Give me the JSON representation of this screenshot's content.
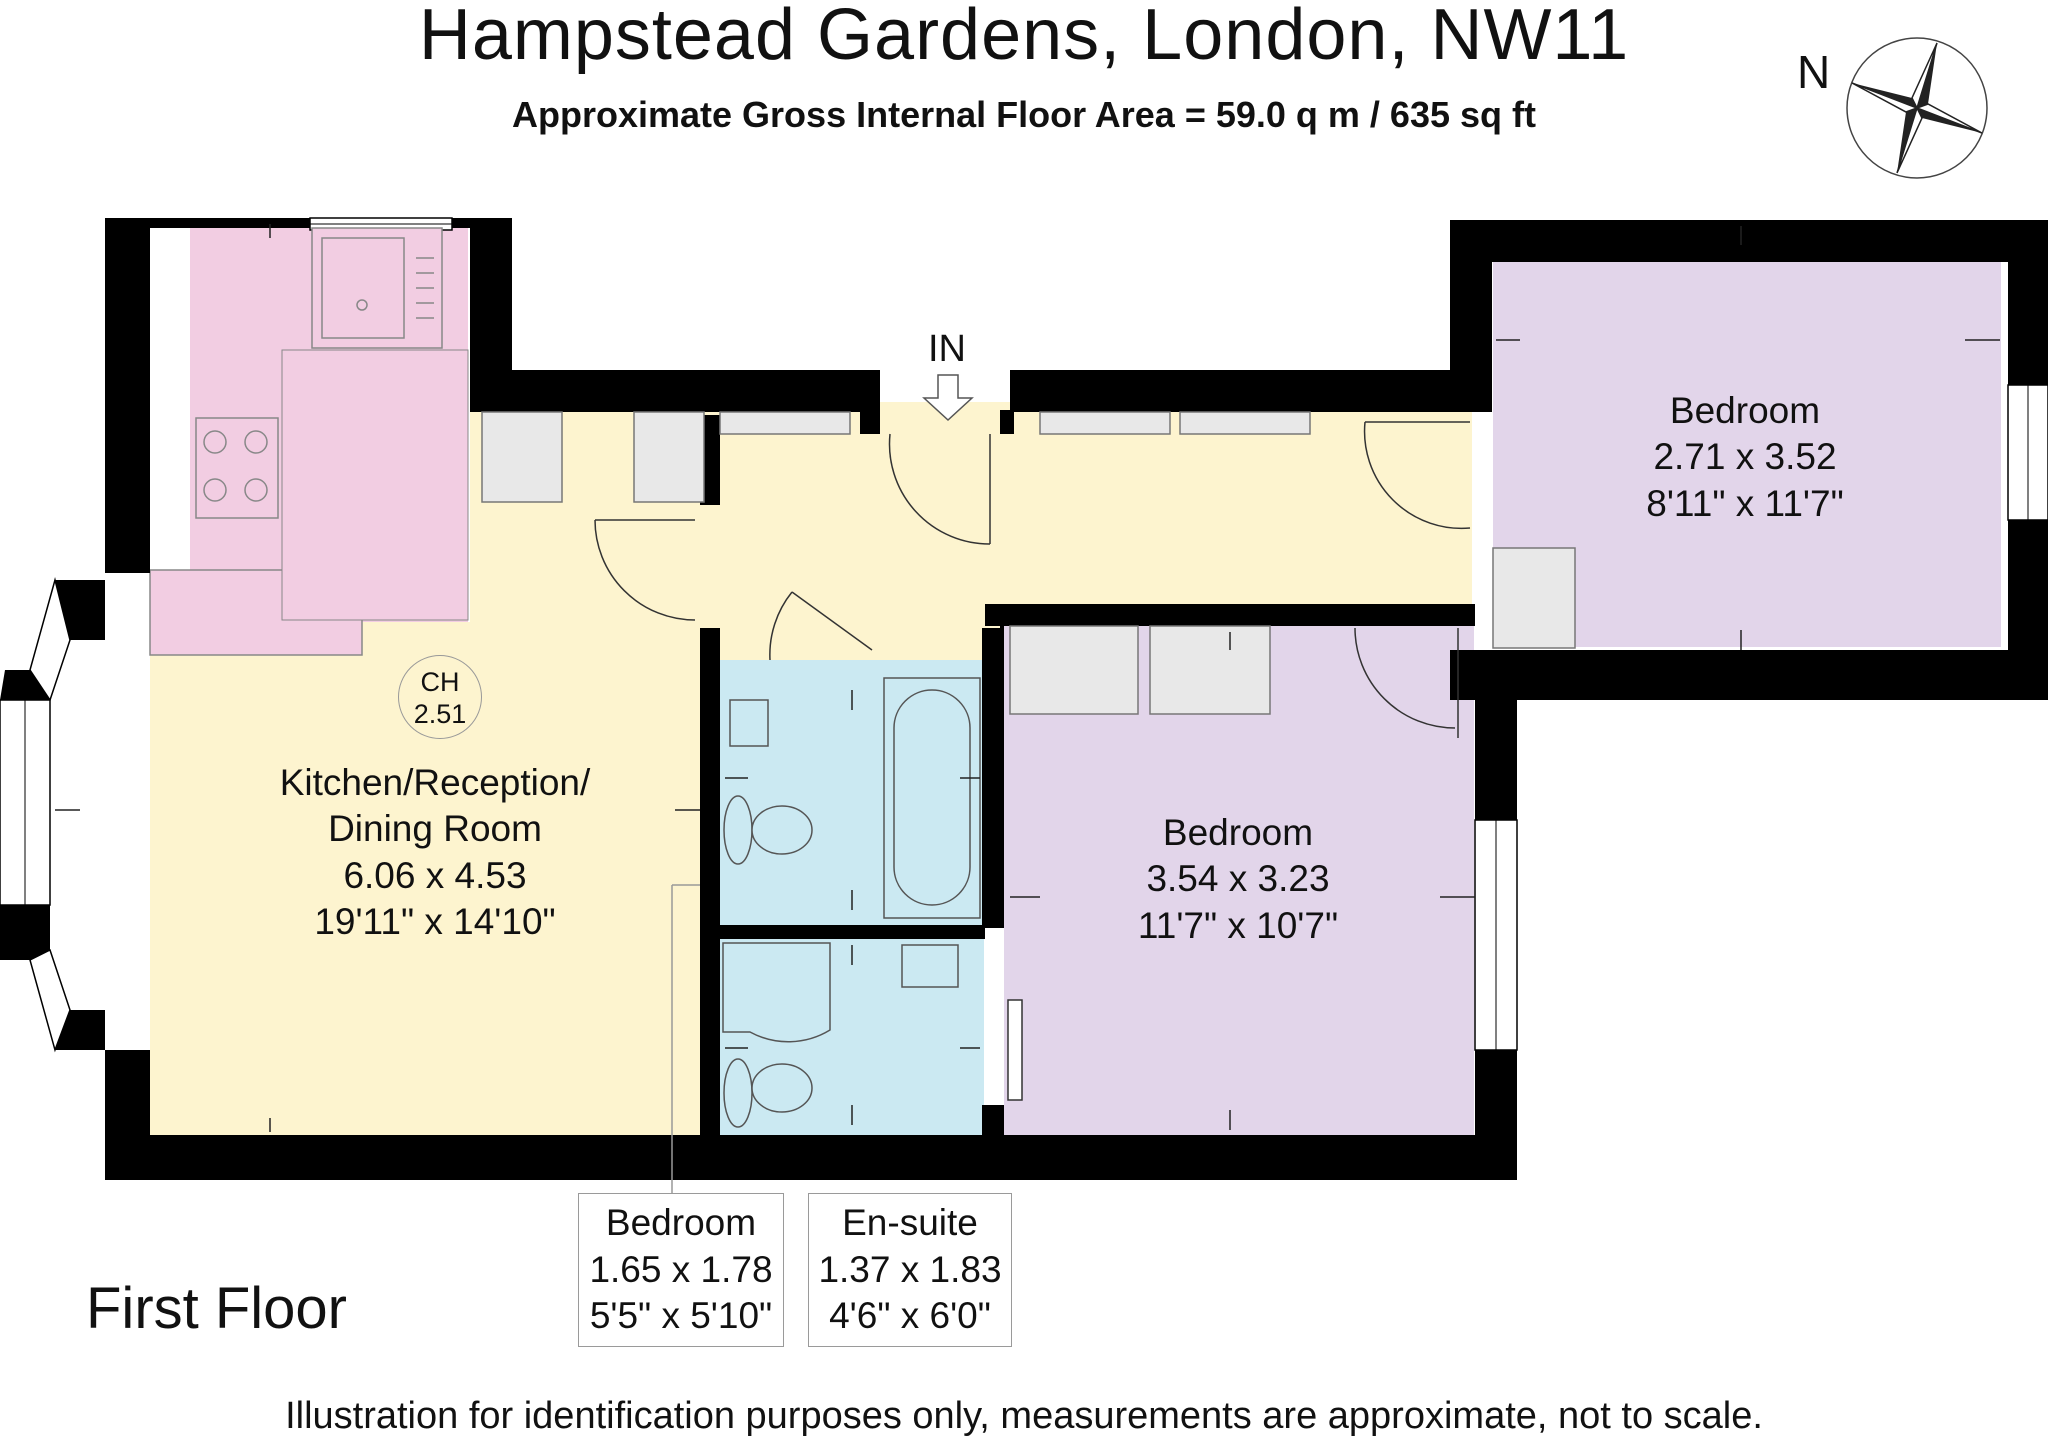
{
  "header": {
    "title": "Hampstead Gardens, London, NW11",
    "subtitle": "Approximate Gross Internal Floor Area = 59.0 q m / 635 sq ft"
  },
  "compass": {
    "label": "N"
  },
  "entrance": {
    "label": "IN"
  },
  "ch": {
    "label": "CH",
    "height": "2.51"
  },
  "rooms": {
    "kitchen": {
      "name1": "Kitchen/Reception/",
      "name2": "Dining Room",
      "metric": "6.06 x 4.53",
      "imperial": "19'11\" x 14'10\""
    },
    "bedroom_right": {
      "name": "Bedroom",
      "metric": "2.71 x 3.52",
      "imperial": "8'11\" x 11'7\""
    },
    "bedroom_center": {
      "name": "Bedroom",
      "metric": "3.54 x 3.23",
      "imperial": "11'7\" x 10'7\""
    },
    "bedroom_small": {
      "name": "Bedroom",
      "metric": "1.65 x 1.78",
      "imperial": "5'5\" x 5'10\""
    },
    "ensuite": {
      "name": "En-suite",
      "metric": "1.37 x 1.83",
      "imperial": "4'6\" x 6'0\""
    }
  },
  "floor": {
    "name": "First Floor"
  },
  "footer": {
    "disclaimer": "Illustration for identification purposes only, measurements are approximate, not to scale."
  },
  "colors": {
    "wall": "#000000",
    "kitchen_fill": "#f2cde2",
    "reception_fill": "#fdf4cf",
    "bedroom_fill": "#e2d5ea",
    "bathroom_fill": "#cbe9f2",
    "cupboard_fill": "#e8e8e8"
  }
}
